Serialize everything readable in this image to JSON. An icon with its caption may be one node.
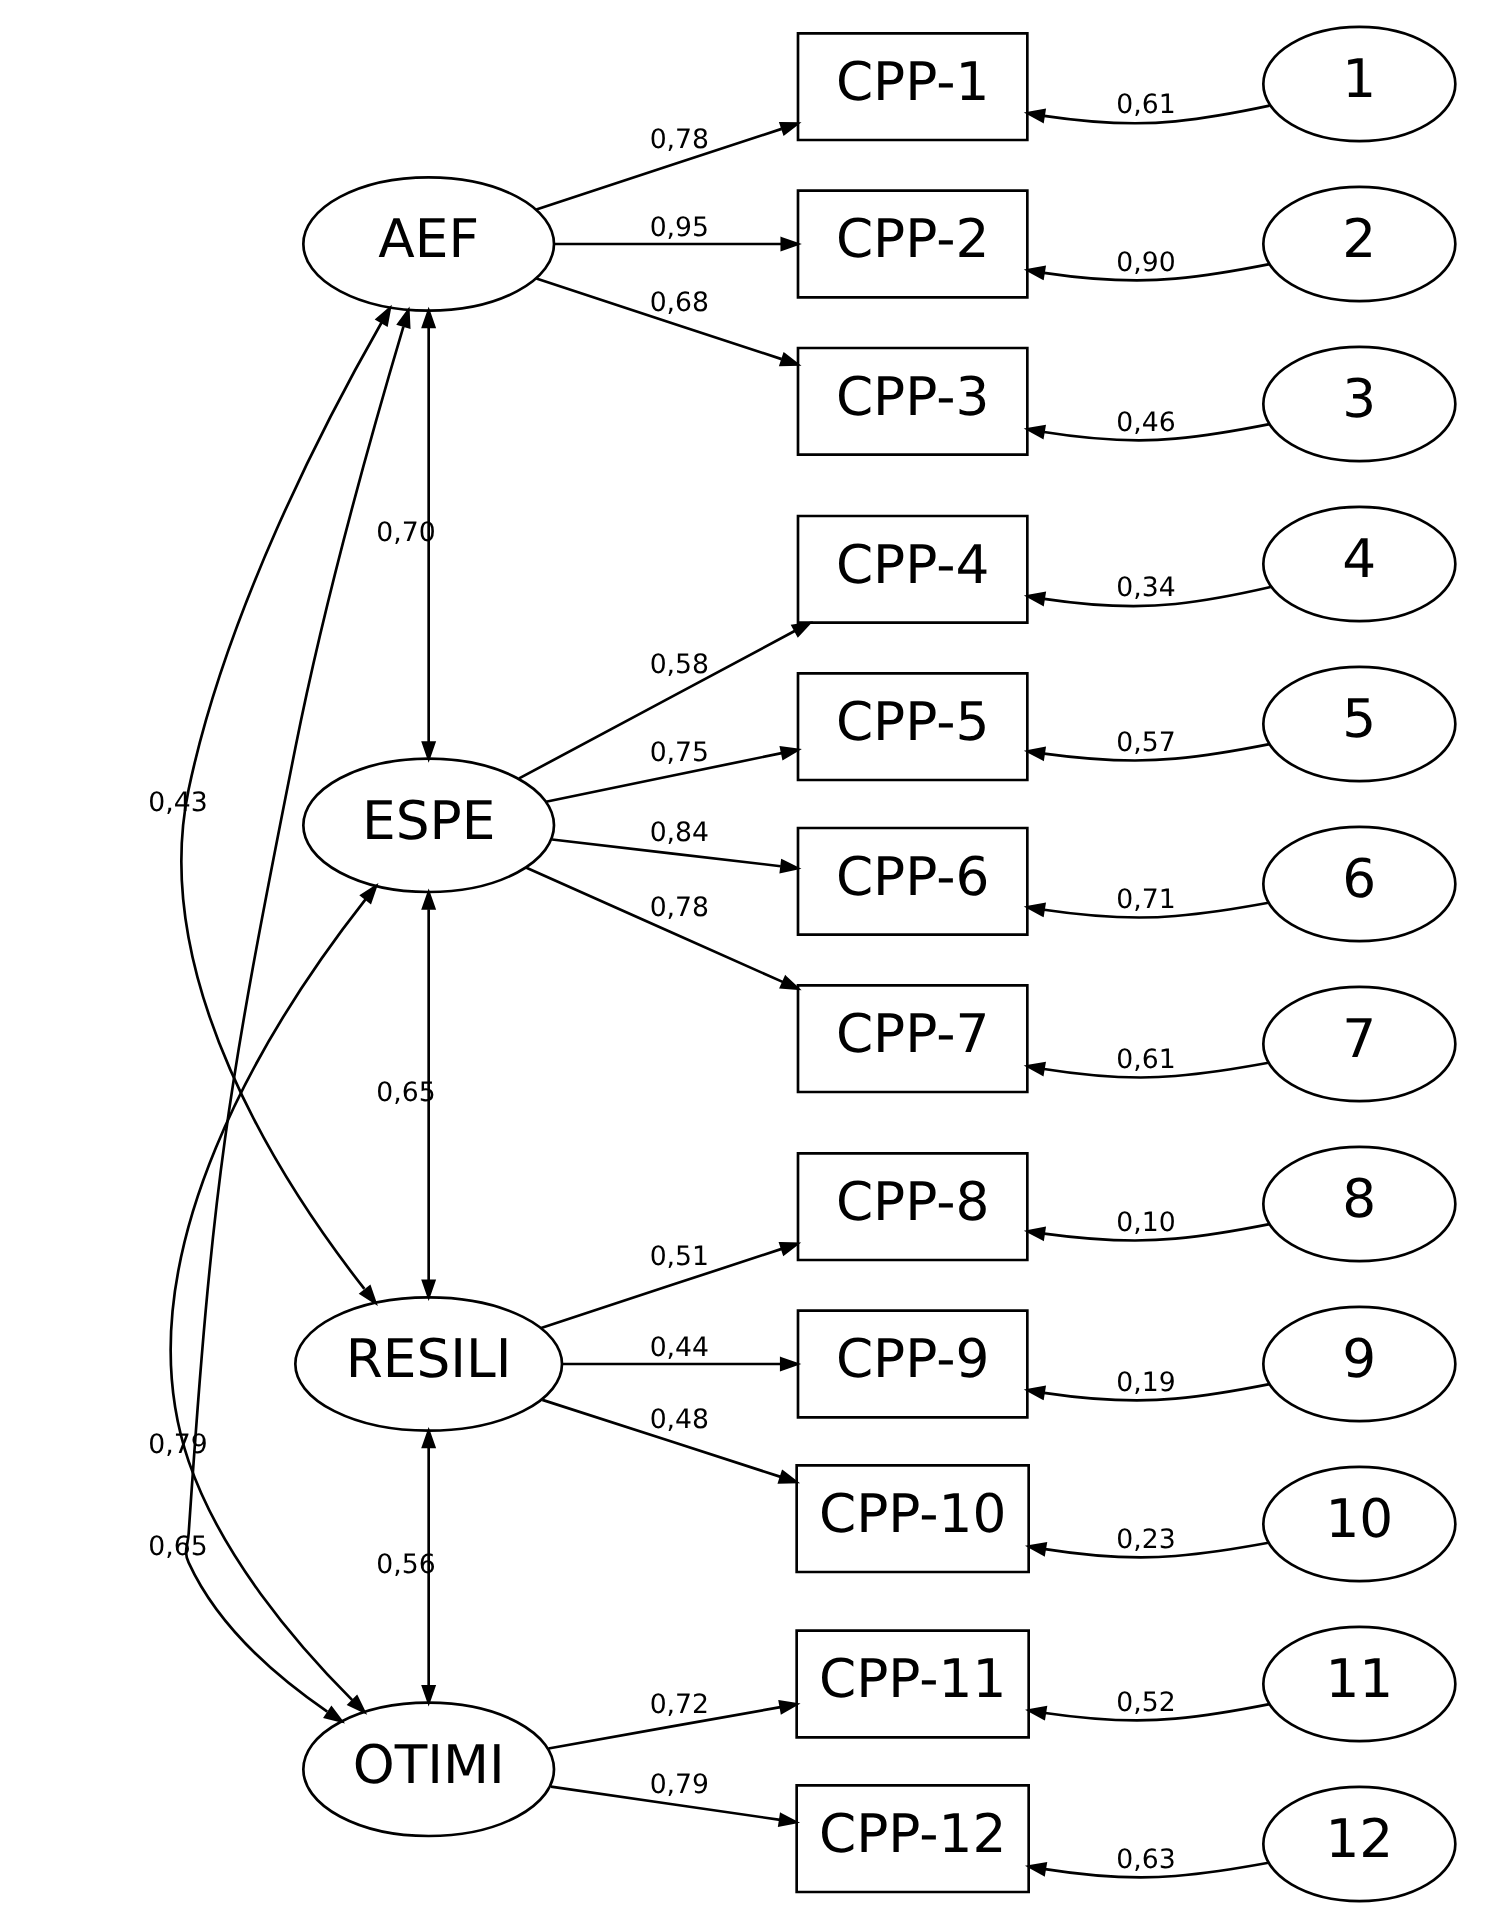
{
  "diagram": {
    "nodes": [
      {
        "text": [
          "AEF"
        ]
      },
      {
        "text": [
          "ESPE"
        ]
      },
      {
        "text": [
          "RESILI"
        ]
      },
      {
        "text": [
          "OTIMI"
        ]
      },
      {
        "text": [
          "CPP-1"
        ]
      },
      {
        "text": [
          "CPP-2"
        ]
      },
      {
        "text": [
          "CPP-3"
        ]
      },
      {
        "text": [
          "CPP-4"
        ]
      },
      {
        "text": [
          "CPP-5"
        ]
      },
      {
        "text": [
          "CPP-6"
        ]
      },
      {
        "text": [
          "CPP-7"
        ]
      },
      {
        "text": [
          "CPP-8"
        ]
      },
      {
        "text": [
          "CPP-9"
        ]
      },
      {
        "text": [
          "CPP-10"
        ]
      },
      {
        "text": [
          "CPP-11"
        ]
      },
      {
        "text": [
          "CPP-12"
        ]
      },
      {
        "text": [
          "1"
        ]
      },
      {
        "text": [
          "2"
        ]
      },
      {
        "text": [
          "3"
        ]
      },
      {
        "text": [
          "4"
        ]
      },
      {
        "text": [
          "5"
        ]
      },
      {
        "text": [
          "6"
        ]
      },
      {
        "text": [
          "7"
        ]
      },
      {
        "text": [
          "8"
        ]
      },
      {
        "text": [
          "9"
        ]
      },
      {
        "text": [
          "10"
        ]
      },
      {
        "text": [
          "11"
        ]
      },
      {
        "text": [
          "12"
        ]
      }
    ],
    "edges": [
      {
        "from": 0,
        "to": 4,
        "arrow": "to",
        "label": "0,78"
      },
      {
        "from": 0,
        "to": 5,
        "arrow": "to",
        "label": "0,95"
      },
      {
        "from": 0,
        "to": 6,
        "arrow": "to",
        "label": "0,68"
      },
      {
        "from": 1,
        "to": 7,
        "arrow": "to",
        "label": "0,58"
      },
      {
        "from": 1,
        "to": 8,
        "arrow": "to",
        "label": "0,75"
      },
      {
        "from": 1,
        "to": 9,
        "arrow": "to",
        "label": "0,84"
      },
      {
        "from": 1,
        "to": 10,
        "arrow": "to",
        "label": "0,78"
      },
      {
        "from": 2,
        "to": 11,
        "arrow": "to",
        "label": "0,51"
      },
      {
        "from": 2,
        "to": 12,
        "arrow": "to",
        "label": "0,44"
      },
      {
        "from": 2,
        "to": 13,
        "arrow": "to",
        "label": "0,48"
      },
      {
        "from": 3,
        "to": 14,
        "arrow": "to",
        "label": "0,72"
      },
      {
        "from": 3,
        "to": 15,
        "arrow": "to",
        "label": "0,79"
      },
      {
        "from": 16,
        "to": 4,
        "arrow": "to",
        "label": "0,61"
      },
      {
        "from": 17,
        "to": 5,
        "arrow": "to",
        "label": "0,90"
      },
      {
        "from": 18,
        "to": 6,
        "arrow": "to",
        "label": "0,46"
      },
      {
        "from": 19,
        "to": 7,
        "arrow": "to",
        "label": "0,34"
      },
      {
        "from": 20,
        "to": 8,
        "arrow": "to",
        "label": "0,57"
      },
      {
        "from": 21,
        "to": 9,
        "arrow": "to",
        "label": "0,71"
      },
      {
        "from": 22,
        "to": 10,
        "arrow": "to",
        "label": "0,61"
      },
      {
        "from": 23,
        "to": 11,
        "arrow": "to",
        "label": "0,10"
      },
      {
        "from": 24,
        "to": 12,
        "arrow": "to",
        "label": "0,19"
      },
      {
        "from": 25,
        "to": 13,
        "arrow": "to",
        "label": "0,23"
      },
      {
        "from": 26,
        "to": 14,
        "arrow": "to",
        "label": "0,52"
      },
      {
        "from": 27,
        "to": 15,
        "arrow": "to",
        "label": "0,63"
      },
      {
        "from": 0,
        "to": 1,
        "arrow": "both",
        "label": "0,70"
      },
      {
        "from": 0,
        "to": 2,
        "arrow": "both",
        "label": "0,43"
      },
      {
        "from": 0,
        "to": 3,
        "arrow": "both",
        "label": "0,65"
      },
      {
        "from": 1,
        "to": 2,
        "arrow": "both",
        "label": "0,65"
      },
      {
        "from": 1,
        "to": 3,
        "arrow": "both",
        "label": "0,79"
      },
      {
        "from": 2,
        "to": 3,
        "arrow": "both",
        "label": "0,56"
      }
    ]
  }
}
